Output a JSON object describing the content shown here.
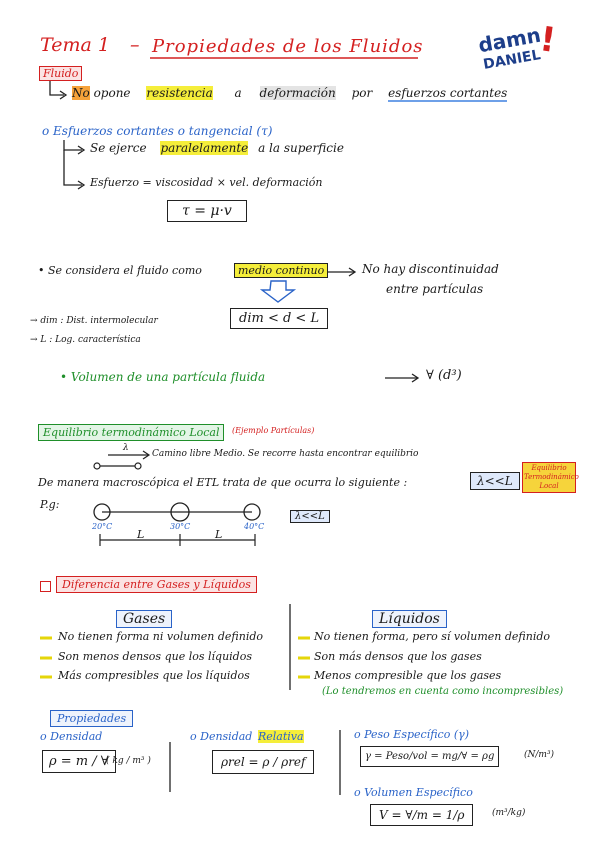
{
  "title": {
    "tema": "Tema 1",
    "dash": "–",
    "subject": "Propiedades de los Fluidos"
  },
  "logo": {
    "line1": "damn",
    "line2": "DANIEL",
    "mark": "!"
  },
  "fluido": {
    "label": "Fluido",
    "def_no": "No",
    "def_1": "opone",
    "def_resist": "resistencia",
    "def_2": "a",
    "def_deform": "deformación",
    "def_por": "por",
    "def_esf": "esfuerzos cortantes"
  },
  "esfuerzos": {
    "heading": "o Esfuerzos cortantes o tangencial (τ)",
    "line1_a": "Se ejerce",
    "line1_par": "paralelamente",
    "line1_b": "a la superficie",
    "line2": "Esfuerzo = viscosidad × vel. deformación",
    "formula": "τ = μ·v"
  },
  "continuo": {
    "intro": "• Se considera el fluido como",
    "medio": "medio continuo",
    "result1": "No hay discontinuidad",
    "result2": "entre partículas",
    "ineq": "dim < d < L",
    "def_dim": "→ dim : Dist. intermolecular",
    "def_L": "→ L : Log. característica",
    "volumen": "• Volumen de una partícula fluida",
    "vol_expr": "∀ (d³)"
  },
  "etl": {
    "label": "Equilibrio termodinámico Local",
    "note": "(Ejemplo Partículas)",
    "lambda": "λ",
    "camino": "Camino libre Medio. Se recorre hasta encontrar equilibrio",
    "text": "De manera macroscópica el ETL trata de que ocurra lo siguiente :",
    "etl_abbr": "ETL",
    "cond": "λ<<L",
    "side": "Equilibrio Termodinámico Local",
    "eg": "P.g:",
    "t1": "20°C",
    "t2": "30°C",
    "t3": "40°C",
    "L1": "L",
    "L2": "L",
    "cond2": "λ<<L"
  },
  "diferencia": {
    "label": "Diferencia entre Gases y Líquidos"
  },
  "gases": {
    "heading": "Gases",
    "items": [
      "No tienen forma ni volumen definido",
      "Son menos densos que los líquidos",
      "Más compresibles que los líquidos"
    ]
  },
  "liquidos": {
    "heading": "Líquidos",
    "items": [
      "No tienen forma, pero sí volumen definido",
      "Son más densos que los gases",
      "Menos compresible que los gases"
    ],
    "note": "(Lo tendremos en cuenta como incompresibles)"
  },
  "propiedades": {
    "heading": "Propiedades",
    "densidad": "o Densidad",
    "densidad_f": "ρ = m / ∀",
    "densidad_u": "( kg / m³ )",
    "relativa_a": "o Densidad",
    "relativa_b": "Relativa",
    "relativa_f": "ρrel = ρ / ρref",
    "peso": "o Peso Específico (γ)",
    "peso_f": "γ = Peso/vol = mg/∀ = ρg",
    "peso_u": "(N/m³)",
    "volumen": "o Volumen Específico",
    "volumen_f": "V = ∀/m = 1/ρ",
    "volumen_u": "(m³/kg)"
  }
}
